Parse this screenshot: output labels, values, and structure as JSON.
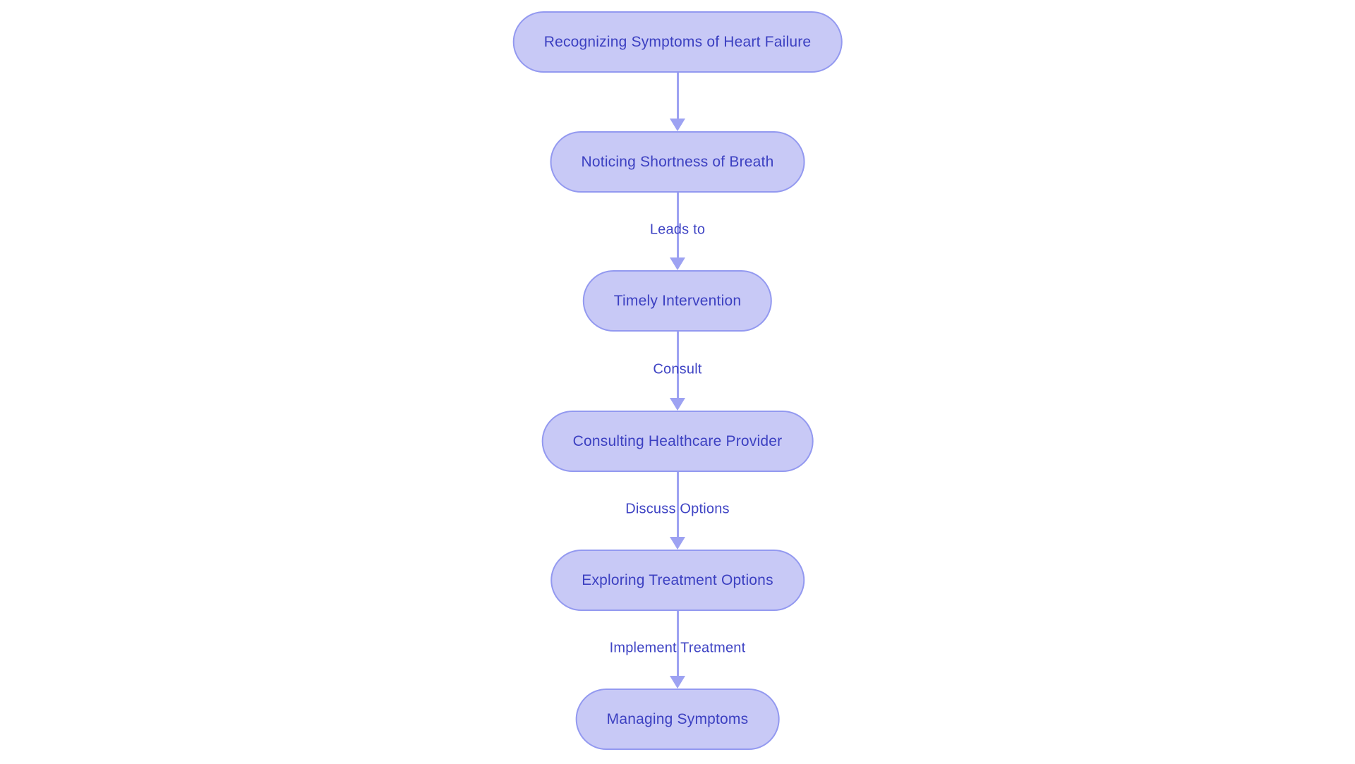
{
  "diagram": {
    "type": "flowchart",
    "direction": "top-down",
    "background_color": "#ffffff",
    "colors": {
      "node_fill": "#c8c9f6",
      "node_border": "#9399f0",
      "node_text": "#3c40c1",
      "arrow": "#9da2f2",
      "edge_label_text": "#3f44c4"
    },
    "nodes": [
      {
        "id": "n1",
        "label": "Recognizing Symptoms of Heart Failure"
      },
      {
        "id": "n2",
        "label": "Noticing Shortness of Breath"
      },
      {
        "id": "n3",
        "label": "Timely Intervention"
      },
      {
        "id": "n4",
        "label": "Consulting Healthcare Provider"
      },
      {
        "id": "n5",
        "label": "Exploring Treatment Options"
      },
      {
        "id": "n6",
        "label": "Managing Symptoms"
      }
    ],
    "edges": [
      {
        "from": "n1",
        "to": "n2",
        "label": ""
      },
      {
        "from": "n2",
        "to": "n3",
        "label": "Leads to"
      },
      {
        "from": "n3",
        "to": "n4",
        "label": "Consult"
      },
      {
        "from": "n4",
        "to": "n5",
        "label": "Discuss Options"
      },
      {
        "from": "n5",
        "to": "n6",
        "label": "Implement Treatment"
      }
    ]
  }
}
